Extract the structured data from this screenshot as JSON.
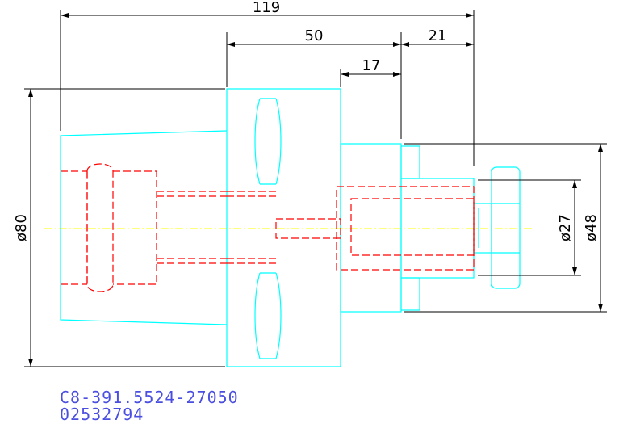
{
  "colors": {
    "dimension": "#000000",
    "outline": "#00ffff",
    "hidden": "#ff0000",
    "centerline": "#ffff00",
    "caption": "#4b4fe0"
  },
  "dimensions": {
    "overall_length": "119",
    "body_length": "50",
    "end_length": "21",
    "step_length": "17",
    "outer_diameter": "ø80",
    "flange_diameter": "ø48",
    "bore_diameter": "ø27"
  },
  "caption": {
    "part_number": "C8-391.5524-27050",
    "item_code": "02532794"
  }
}
